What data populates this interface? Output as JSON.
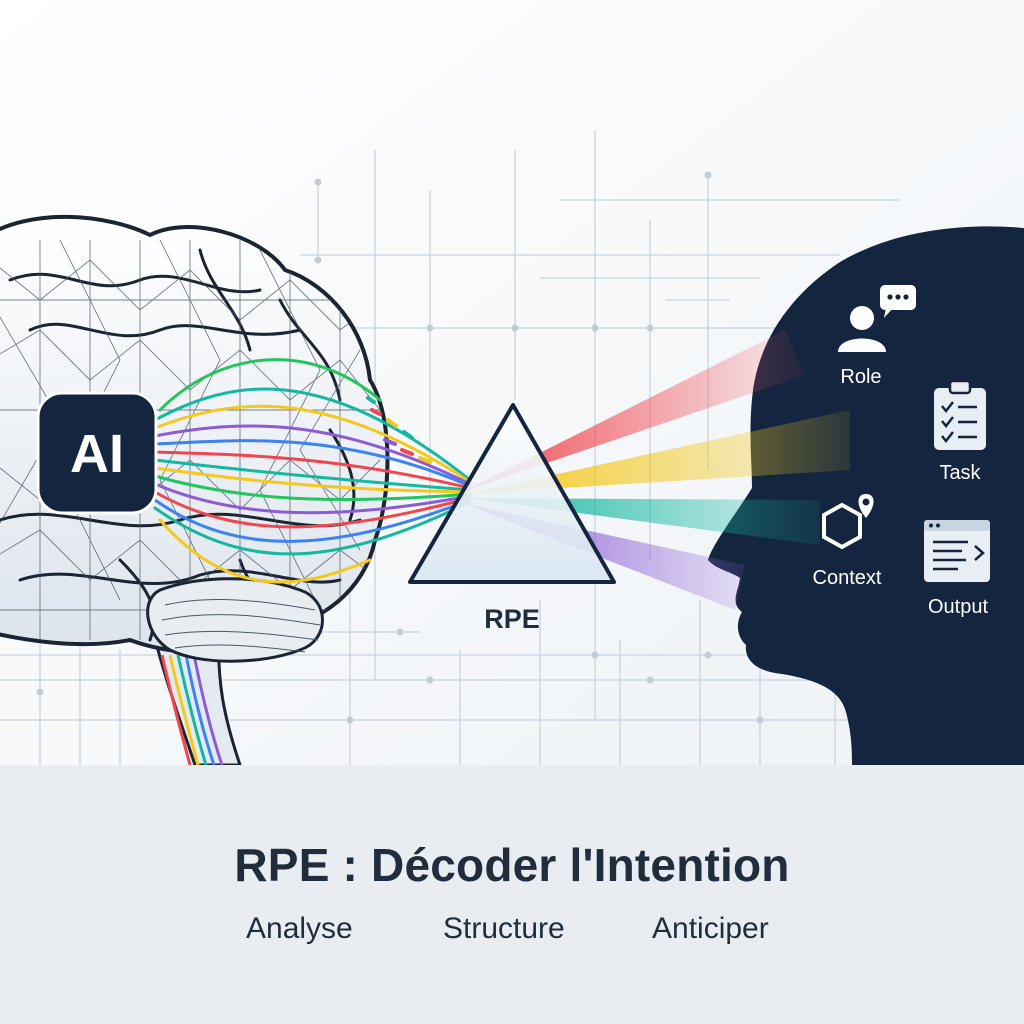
{
  "brain_badge": {
    "label": "AI"
  },
  "prism": {
    "label": "RPE"
  },
  "components": [
    {
      "label": "Role",
      "icon": "user-chat-icon"
    },
    {
      "label": "Task",
      "icon": "clipboard-checklist-icon"
    },
    {
      "label": "Context",
      "icon": "hexagon-pin-icon"
    },
    {
      "label": "Output",
      "icon": "window-document-icon"
    }
  ],
  "footer": {
    "title": "RPE : Décoder l'Intention",
    "items": [
      "Analyse",
      "Structure",
      "Anticiper"
    ]
  },
  "colors": {
    "dark_navy": "#14263f",
    "beam_red": "#f0474f",
    "beam_yellow": "#f4c81d",
    "beam_teal": "#14b8a0",
    "beam_purple": "#8b5cd6",
    "text": "#1f2d3d"
  }
}
